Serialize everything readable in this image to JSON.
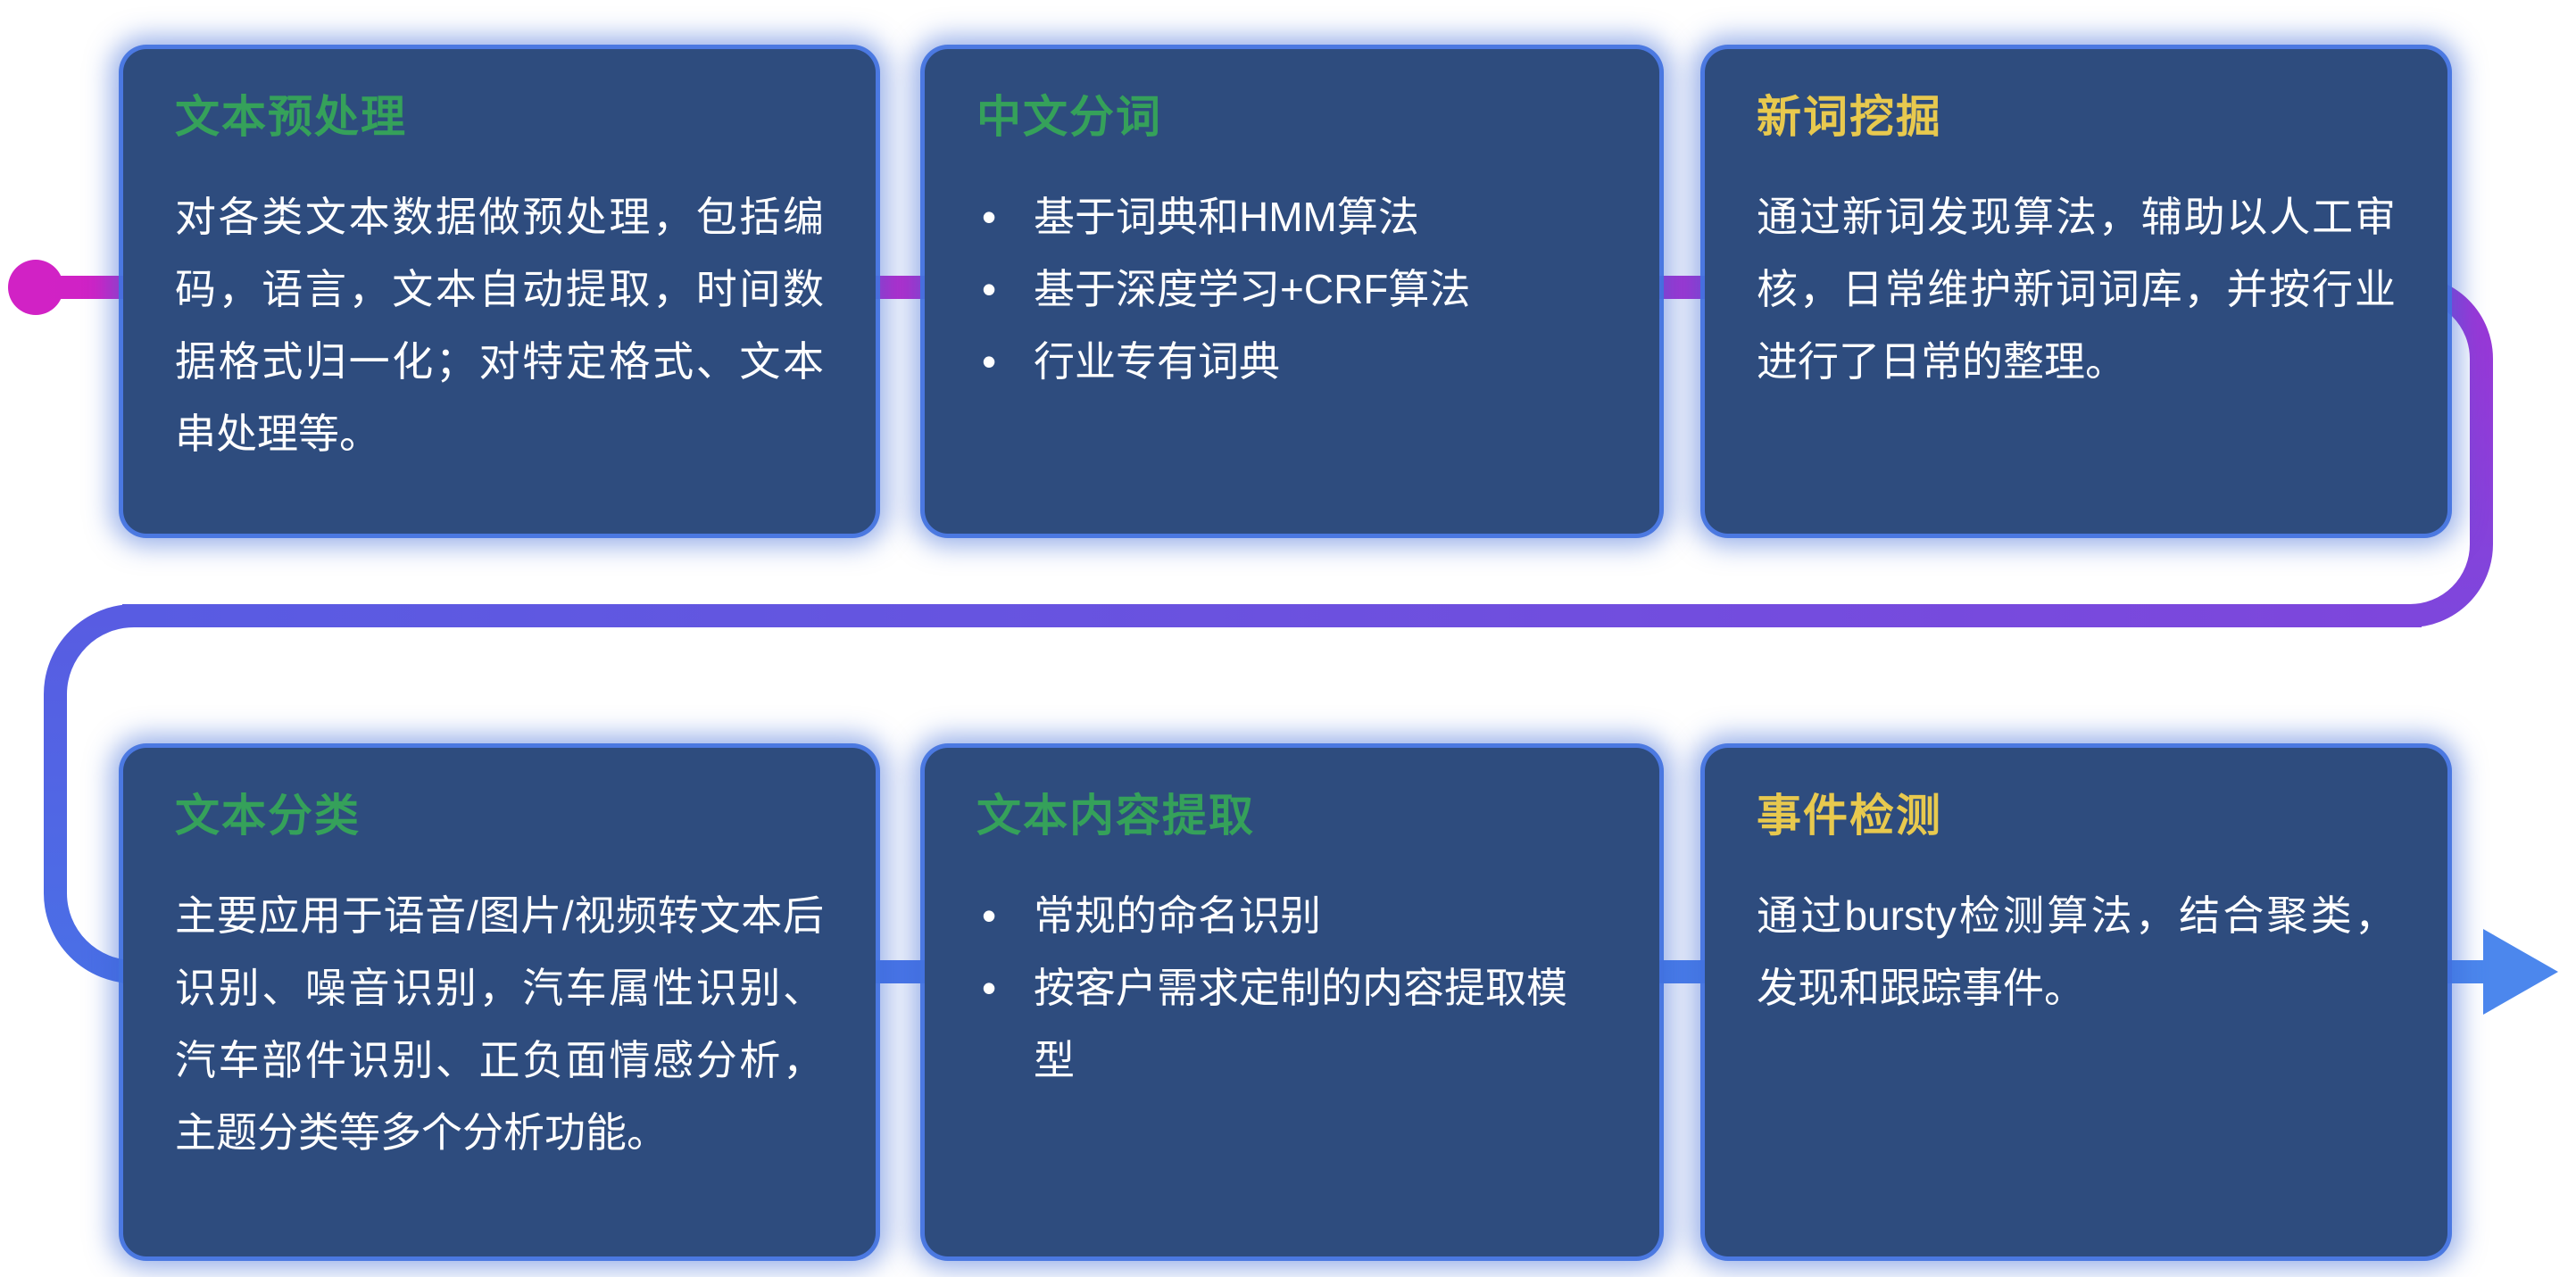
{
  "diagram": {
    "kind": "flow-pipeline",
    "palette": {
      "background": "#ffffff",
      "card_background": "#2e4c7e",
      "card_glow": "#4272e0",
      "body_text": "#ffffff",
      "title_green": "#35a15a",
      "title_yellow": "#e8c94e",
      "flow_start_magenta": "#d122c5",
      "flow_mid_purple": "#7e46dc",
      "flow_end_blue": "#4c87ed"
    },
    "flow": {
      "start_marker": "dot",
      "end_marker": "arrow-right"
    }
  },
  "cards": [
    {
      "id": "text-preprocessing",
      "title": "文本预处理",
      "title_color": "#35a15a",
      "body": "对各类文本数据做预处理，包括编码，语言，文本自动提取，时间数据格式归一化；对特定格式、文本串处理等。",
      "bullets": []
    },
    {
      "id": "chinese-word-segmentation",
      "title": "中文分词",
      "title_color": "#35a15a",
      "body": "",
      "bullets": [
        "基于词典和HMM算法",
        "基于深度学习+CRF算法",
        "行业专有词典"
      ]
    },
    {
      "id": "new-word-mining",
      "title": "新词挖掘",
      "title_color": "#e8c94e",
      "body": "通过新词发现算法，辅助以人工审核，日常维护新词词库，并按行业进行了日常的整理。",
      "bullets": []
    },
    {
      "id": "text-classification",
      "title": "文本分类",
      "title_color": "#35a15a",
      "body": "主要应用于语音/图片/视频转文本后识别、噪音识别，汽车属性识别、汽车部件识别、正负面情感分析，主题分类等多个分析功能。",
      "bullets": []
    },
    {
      "id": "text-content-extraction",
      "title": "文本内容提取",
      "title_color": "#35a15a",
      "body": "",
      "bullets": [
        "常规的命名识别",
        "按客户需求定制的内容提取模型"
      ]
    },
    {
      "id": "event-detection",
      "title": "事件检测",
      "title_color": "#e8c94e",
      "body": "通过bursty检测算法，结合聚类，发现和跟踪事件。",
      "bullets": []
    }
  ]
}
